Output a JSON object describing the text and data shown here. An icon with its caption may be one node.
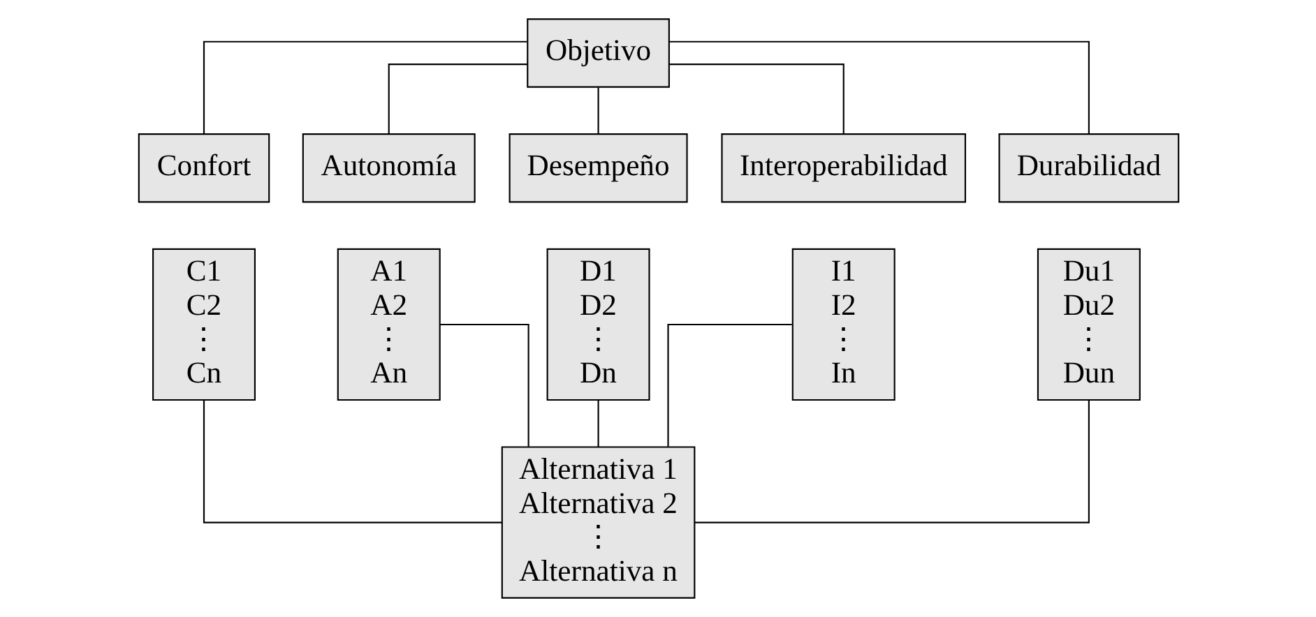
{
  "diagram": {
    "nodes": [
      {
        "text": [
          "Objetivo"
        ]
      },
      {
        "text": [
          "Confort"
        ]
      },
      {
        "text": [
          "Autonomía"
        ]
      },
      {
        "text": [
          "Desempeño"
        ]
      },
      {
        "text": [
          "Interoperabilidad"
        ]
      },
      {
        "text": [
          "Durabilidad"
        ]
      },
      {
        "text": [
          "C1",
          "C2",
          "⋮",
          "Cn"
        ]
      },
      {
        "text": [
          "A1",
          "A2",
          "⋮",
          "An"
        ]
      },
      {
        "text": [
          "D1",
          "D2",
          "⋮",
          "Dn"
        ]
      },
      {
        "text": [
          "I1",
          "I2",
          "⋮",
          "In"
        ]
      },
      {
        "text": [
          "Du1",
          "Du2",
          "⋮",
          "Dun"
        ]
      },
      {
        "text": [
          "Alternativa 1",
          "Alternativa 2",
          "⋮",
          "Alternativa n"
        ]
      }
    ],
    "edges": [
      {
        "from": 0,
        "to": 1,
        "arrow": "none"
      },
      {
        "from": 0,
        "to": 2,
        "arrow": "none"
      },
      {
        "from": 0,
        "to": 3,
        "arrow": "none"
      },
      {
        "from": 0,
        "to": 4,
        "arrow": "none"
      },
      {
        "from": 0,
        "to": 5,
        "arrow": "none"
      },
      {
        "from": 6,
        "to": 11,
        "arrow": "none"
      },
      {
        "from": 7,
        "to": 11,
        "arrow": "none"
      },
      {
        "from": 8,
        "to": 11,
        "arrow": "none"
      },
      {
        "from": 9,
        "to": 11,
        "arrow": "none"
      },
      {
        "from": 10,
        "to": 11,
        "arrow": "none"
      }
    ]
  }
}
